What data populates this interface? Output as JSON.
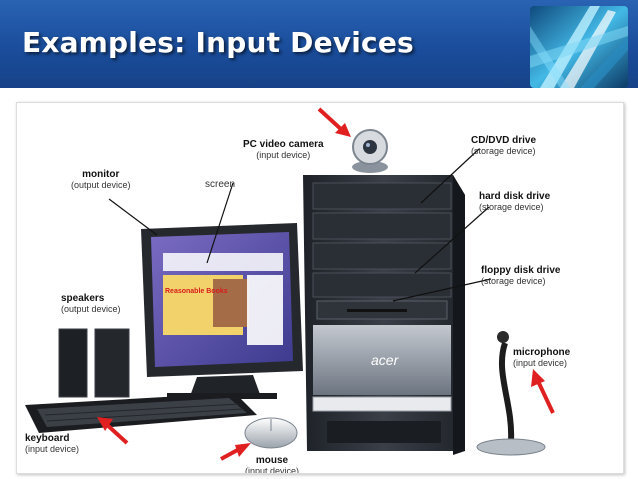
{
  "slide": {
    "title": "Examples: Input Devices",
    "colors": {
      "title_bar": "#1a4d9c",
      "arrow": "#e02020",
      "case": "#2b2f37"
    }
  },
  "figure": {
    "labels": {
      "camera": {
        "name": "PC video camera",
        "type": "(input device)"
      },
      "monitor": {
        "name": "monitor",
        "type": "(output device)"
      },
      "screen": {
        "name": "screen"
      },
      "cd": {
        "name": "CD/DVD drive",
        "type": "(storage device)"
      },
      "hdd": {
        "name": "hard disk drive",
        "type": "(storage device)"
      },
      "floppy": {
        "name": "floppy disk drive",
        "type": "(storage device)"
      },
      "speakers": {
        "name": "speakers",
        "type": "(output device)"
      },
      "microphone": {
        "name": "microphone",
        "type": "(input device)"
      },
      "keyboard": {
        "name": "keyboard",
        "type": "(input device)"
      },
      "mouse": {
        "name": "mouse",
        "type": "(input device)"
      }
    },
    "brand": "acer",
    "screen_banner": "Reasonable Books"
  }
}
